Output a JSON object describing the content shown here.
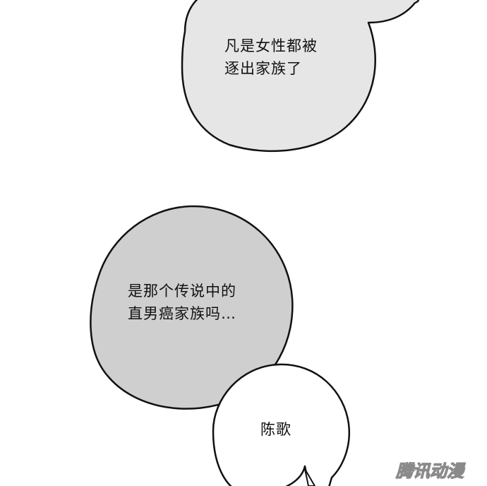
{
  "colors": {
    "page_background": "#ffffff",
    "bubble_gray_light": "#e6e6e6",
    "bubble_gray_mid": "#cfcfcf",
    "bubble_white": "#ffffff",
    "outline": "#111111",
    "text": "#111111"
  },
  "bubbles": {
    "top": {
      "line1": "凡是女性都被",
      "line2": "逐出家族了"
    },
    "middle": {
      "line1": "是那个传说中的",
      "line2": "直男癌家族吗…"
    },
    "bottom": {
      "speaker": "陈歌"
    }
  },
  "watermark": {
    "text": "腾讯动漫"
  }
}
